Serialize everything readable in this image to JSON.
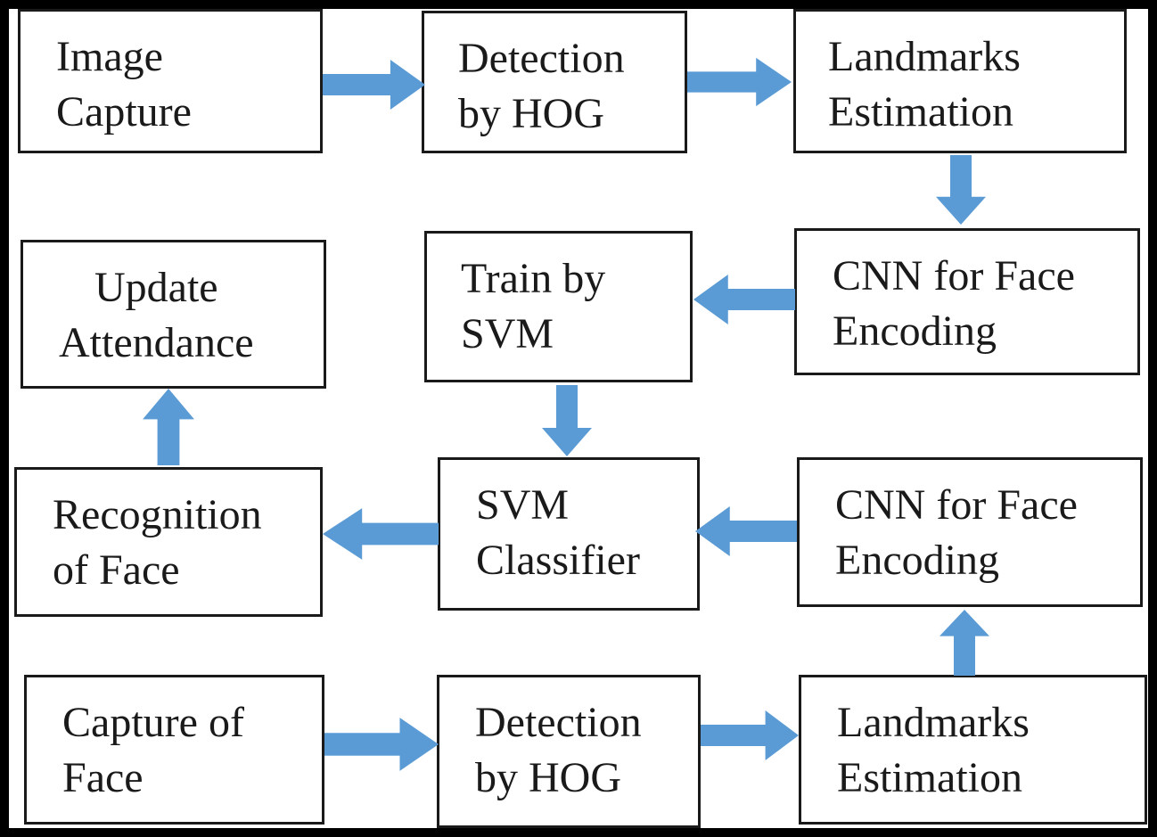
{
  "colors": {
    "arrow": "#5b9bd5",
    "border": "#1a1a1a",
    "frame": "#000000"
  },
  "nodes": {
    "image_capture": {
      "line1": "Image",
      "line2": "Capture"
    },
    "detection_top": {
      "line1": "Detection",
      "line2": "by HOG"
    },
    "landmarks_top": {
      "line1": "Landmarks",
      "line2": "Estimation"
    },
    "cnn_top": {
      "line1": "CNN for Face",
      "line2": "Encoding"
    },
    "train_svm": {
      "line1": "Train by",
      "line2": "SVM"
    },
    "update_attendance": {
      "line1": "Update",
      "line2": "Attendance"
    },
    "recognition": {
      "line1": "Recognition",
      "line2": "of Face"
    },
    "svm_classifier": {
      "line1": "SVM",
      "line2": "Classifier"
    },
    "cnn_bottom": {
      "line1": "CNN for Face",
      "line2": "Encoding"
    },
    "capture_face": {
      "line1": "Capture of",
      "line2": "Face"
    },
    "detection_bottom": {
      "line1": "Detection",
      "line2": "by HOG"
    },
    "landmarks_bottom": {
      "line1": "Landmarks",
      "line2": "Estimation"
    }
  }
}
